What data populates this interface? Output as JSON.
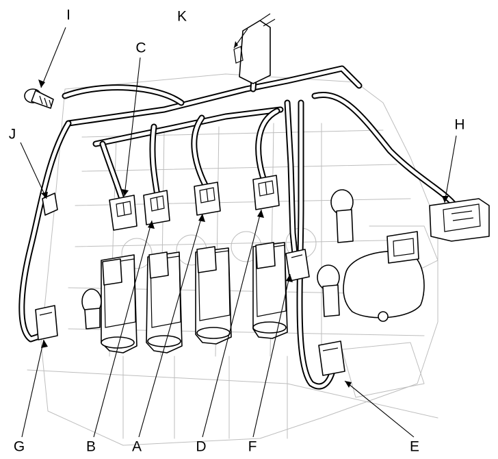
{
  "callouts": {
    "A": "A",
    "B": "B",
    "C": "C",
    "D": "D",
    "E": "E",
    "F": "F",
    "G": "G",
    "H": "H",
    "I": "I",
    "J": "J",
    "K": "K"
  },
  "colors": {
    "ink": "#000000",
    "background": "#ffffff",
    "engine_outline": "#bdbdbd"
  }
}
